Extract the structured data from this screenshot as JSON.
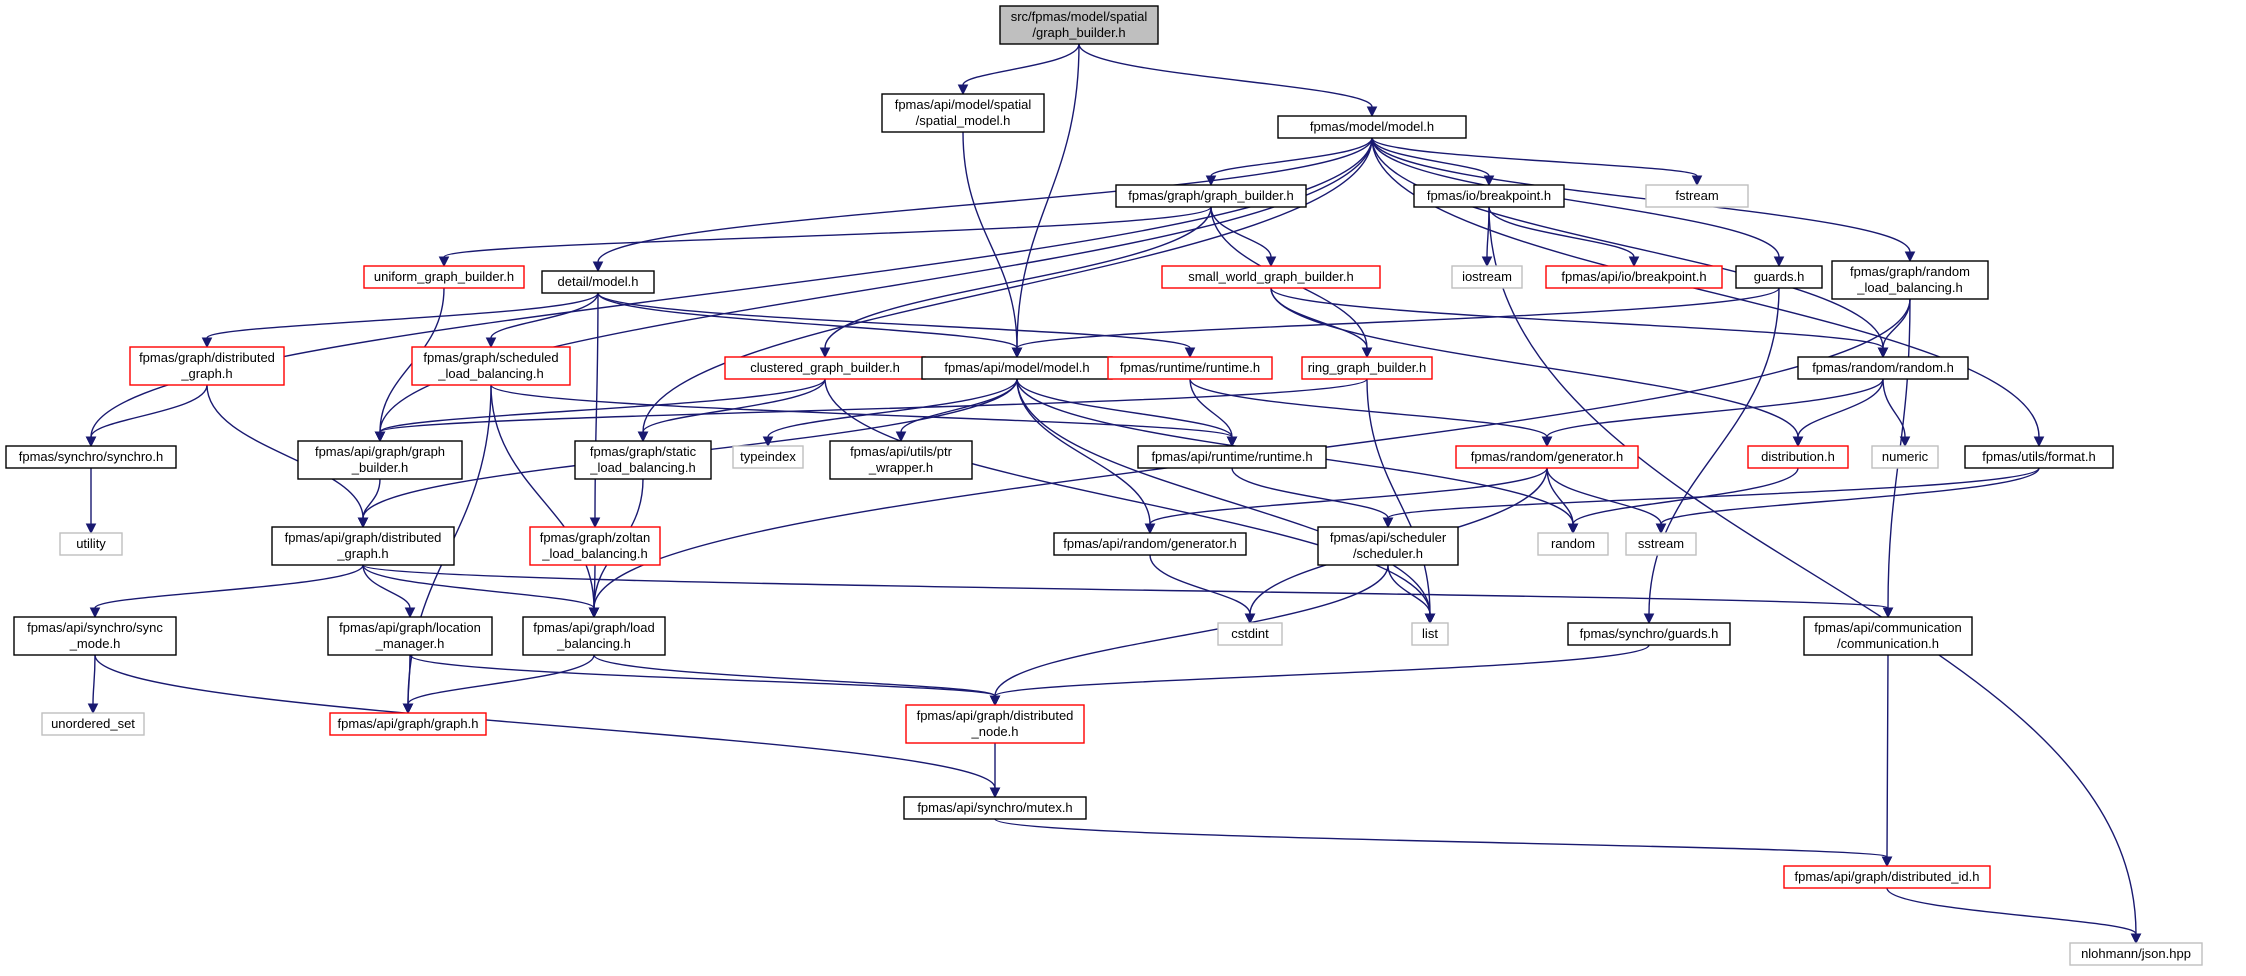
{
  "colors": {
    "edge": "#191970",
    "root_fill": "#bfbfbf",
    "documented_border": "#000000",
    "undocumented_border": "#ff0000",
    "external_border": "#bfbfbf"
  },
  "nodes": [
    {
      "id": "root",
      "kind": "root",
      "lines": [
        "src/fpmas/model/spatial",
        "/graph_builder.h"
      ]
    },
    {
      "id": "spatial_model",
      "kind": "normal",
      "lines": [
        "fpmas/api/model/spatial",
        "/spatial_model.h"
      ]
    },
    {
      "id": "model",
      "kind": "normal",
      "lines": [
        "fpmas/model/model.h"
      ]
    },
    {
      "id": "graph_builder",
      "kind": "normal",
      "lines": [
        "fpmas/graph/graph_builder.h"
      ]
    },
    {
      "id": "io_breakpoint",
      "kind": "normal",
      "lines": [
        "fpmas/io/breakpoint.h"
      ]
    },
    {
      "id": "fstream",
      "kind": "external",
      "lines": [
        "fstream"
      ]
    },
    {
      "id": "uniform",
      "kind": "undoc",
      "lines": [
        "uniform_graph_builder.h"
      ]
    },
    {
      "id": "detail_model",
      "kind": "normal",
      "lines": [
        "detail/model.h"
      ]
    },
    {
      "id": "small_world",
      "kind": "undoc",
      "lines": [
        "small_world_graph_builder.h"
      ]
    },
    {
      "id": "iostream",
      "kind": "external",
      "lines": [
        "iostream"
      ]
    },
    {
      "id": "api_io_breakpoint",
      "kind": "undoc",
      "lines": [
        "fpmas/api/io/breakpoint.h"
      ]
    },
    {
      "id": "guards",
      "kind": "normal",
      "lines": [
        "guards.h"
      ]
    },
    {
      "id": "random_lb",
      "kind": "normal",
      "lines": [
        "fpmas/graph/random",
        "_load_balancing.h"
      ]
    },
    {
      "id": "distributed_graph",
      "kind": "undoc",
      "lines": [
        "fpmas/graph/distributed",
        "_graph.h"
      ]
    },
    {
      "id": "scheduled_lb",
      "kind": "undoc",
      "lines": [
        "fpmas/graph/scheduled",
        "_load_balancing.h"
      ]
    },
    {
      "id": "clustered",
      "kind": "undoc",
      "lines": [
        "clustered_graph_builder.h"
      ]
    },
    {
      "id": "api_model",
      "kind": "normal",
      "lines": [
        "fpmas/api/model/model.h"
      ]
    },
    {
      "id": "runtime",
      "kind": "undoc",
      "lines": [
        "fpmas/runtime/runtime.h"
      ]
    },
    {
      "id": "ring",
      "kind": "undoc",
      "lines": [
        "ring_graph_builder.h"
      ]
    },
    {
      "id": "random_random",
      "kind": "normal",
      "lines": [
        "fpmas/random/random.h"
      ]
    },
    {
      "id": "synchro",
      "kind": "normal",
      "lines": [
        "fpmas/synchro/synchro.h"
      ]
    },
    {
      "id": "api_graph_builder",
      "kind": "normal",
      "lines": [
        "fpmas/api/graph/graph",
        "_builder.h"
      ]
    },
    {
      "id": "static_lb",
      "kind": "normal",
      "lines": [
        "fpmas/graph/static",
        "_load_balancing.h"
      ]
    },
    {
      "id": "typeindex",
      "kind": "external",
      "lines": [
        "typeindex"
      ]
    },
    {
      "id": "ptr_wrapper",
      "kind": "normal",
      "lines": [
        "fpmas/api/utils/ptr",
        "_wrapper.h"
      ]
    },
    {
      "id": "api_runtime",
      "kind": "normal",
      "lines": [
        "fpmas/api/runtime/runtime.h"
      ]
    },
    {
      "id": "generator",
      "kind": "undoc",
      "lines": [
        "fpmas/random/generator.h"
      ]
    },
    {
      "id": "distribution",
      "kind": "undoc",
      "lines": [
        "distribution.h"
      ]
    },
    {
      "id": "numeric",
      "kind": "external",
      "lines": [
        "numeric"
      ]
    },
    {
      "id": "format",
      "kind": "normal",
      "lines": [
        "fpmas/utils/format.h"
      ]
    },
    {
      "id": "utility",
      "kind": "external",
      "lines": [
        "utility"
      ]
    },
    {
      "id": "api_distributed_graph",
      "kind": "normal",
      "lines": [
        "fpmas/api/graph/distributed",
        "_graph.h"
      ]
    },
    {
      "id": "zoltan",
      "kind": "undoc",
      "lines": [
        "fpmas/graph/zoltan",
        "_load_balancing.h"
      ]
    },
    {
      "id": "api_generator",
      "kind": "normal",
      "lines": [
        "fpmas/api/random/generator.h"
      ]
    },
    {
      "id": "scheduler",
      "kind": "normal",
      "lines": [
        "fpmas/api/scheduler",
        "/scheduler.h"
      ]
    },
    {
      "id": "random",
      "kind": "external",
      "lines": [
        "random"
      ]
    },
    {
      "id": "sstream",
      "kind": "external",
      "lines": [
        "sstream"
      ]
    },
    {
      "id": "sync_mode",
      "kind": "normal",
      "lines": [
        "fpmas/api/synchro/sync",
        "_mode.h"
      ]
    },
    {
      "id": "location_manager",
      "kind": "normal",
      "lines": [
        "fpmas/api/graph/location",
        "_manager.h"
      ]
    },
    {
      "id": "api_load_balancing",
      "kind": "normal",
      "lines": [
        "fpmas/api/graph/load",
        "_balancing.h"
      ]
    },
    {
      "id": "cstdint",
      "kind": "external",
      "lines": [
        "cstdint"
      ]
    },
    {
      "id": "list",
      "kind": "external",
      "lines": [
        "list"
      ]
    },
    {
      "id": "synchro_guards",
      "kind": "normal",
      "lines": [
        "fpmas/synchro/guards.h"
      ]
    },
    {
      "id": "communication",
      "kind": "normal",
      "lines": [
        "fpmas/api/communication",
        "/communication.h"
      ]
    },
    {
      "id": "unordered_set",
      "kind": "external",
      "lines": [
        "unordered_set"
      ]
    },
    {
      "id": "api_graph",
      "kind": "undoc",
      "lines": [
        "fpmas/api/graph/graph.h"
      ]
    },
    {
      "id": "distributed_node",
      "kind": "undoc",
      "lines": [
        "fpmas/api/graph/distributed",
        "_node.h"
      ]
    },
    {
      "id": "mutex",
      "kind": "normal",
      "lines": [
        "fpmas/api/synchro/mutex.h"
      ]
    },
    {
      "id": "distributed_id",
      "kind": "undoc",
      "lines": [
        "fpmas/api/graph/distributed_id.h"
      ]
    },
    {
      "id": "json",
      "kind": "external",
      "lines": [
        "nlohmann/json.hpp"
      ]
    }
  ],
  "edges": [
    [
      "root",
      "spatial_model"
    ],
    [
      "root",
      "model"
    ],
    [
      "root",
      "api_model"
    ],
    [
      "spatial_model",
      "api_model"
    ],
    [
      "model",
      "graph_builder"
    ],
    [
      "model",
      "io_breakpoint"
    ],
    [
      "model",
      "fstream"
    ],
    [
      "model",
      "detail_model"
    ],
    [
      "model",
      "guards"
    ],
    [
      "model",
      "random_lb"
    ],
    [
      "model",
      "random_random"
    ],
    [
      "model",
      "format"
    ],
    [
      "model",
      "synchro"
    ],
    [
      "model",
      "api_graph_builder"
    ],
    [
      "model",
      "static_lb"
    ],
    [
      "graph_builder",
      "uniform"
    ],
    [
      "graph_builder",
      "small_world"
    ],
    [
      "graph_builder",
      "clustered"
    ],
    [
      "graph_builder",
      "ring"
    ],
    [
      "io_breakpoint",
      "iostream"
    ],
    [
      "io_breakpoint",
      "api_io_breakpoint"
    ],
    [
      "io_breakpoint",
      "json"
    ],
    [
      "uniform",
      "api_graph_builder"
    ],
    [
      "detail_model",
      "distributed_graph"
    ],
    [
      "detail_model",
      "scheduled_lb"
    ],
    [
      "detail_model",
      "api_model"
    ],
    [
      "detail_model",
      "runtime"
    ],
    [
      "detail_model",
      "zoltan"
    ],
    [
      "small_world",
      "ring"
    ],
    [
      "small_world",
      "random_random"
    ],
    [
      "small_world",
      "distribution"
    ],
    [
      "guards",
      "api_model"
    ],
    [
      "guards",
      "synchro_guards"
    ],
    [
      "random_lb",
      "random_random"
    ],
    [
      "random_lb",
      "api_load_balancing"
    ],
    [
      "random_lb",
      "communication"
    ],
    [
      "distributed_graph",
      "synchro"
    ],
    [
      "distributed_graph",
      "api_distributed_graph"
    ],
    [
      "scheduled_lb",
      "api_graph"
    ],
    [
      "scheduled_lb",
      "api_load_balancing"
    ],
    [
      "scheduled_lb",
      "api_runtime"
    ],
    [
      "clustered",
      "api_graph_builder"
    ],
    [
      "clustered",
      "static_lb"
    ],
    [
      "clustered",
      "list"
    ],
    [
      "api_model",
      "typeindex"
    ],
    [
      "api_model",
      "ptr_wrapper"
    ],
    [
      "api_model",
      "api_runtime"
    ],
    [
      "api_model",
      "api_generator"
    ],
    [
      "api_model",
      "random"
    ],
    [
      "api_model",
      "list"
    ],
    [
      "api_model",
      "api_distributed_graph"
    ],
    [
      "runtime",
      "api_runtime"
    ],
    [
      "runtime",
      "generator"
    ],
    [
      "ring",
      "api_graph_builder"
    ],
    [
      "ring",
      "list"
    ],
    [
      "random_random",
      "generator"
    ],
    [
      "random_random",
      "distribution"
    ],
    [
      "random_random",
      "numeric"
    ],
    [
      "synchro",
      "utility"
    ],
    [
      "api_graph_builder",
      "api_distributed_graph"
    ],
    [
      "static_lb",
      "api_load_balancing"
    ],
    [
      "api_runtime",
      "scheduler"
    ],
    [
      "generator",
      "api_generator"
    ],
    [
      "generator",
      "random"
    ],
    [
      "generator",
      "sstream"
    ],
    [
      "generator",
      "cstdint"
    ],
    [
      "distribution",
      "random"
    ],
    [
      "format",
      "sstream"
    ],
    [
      "format",
      "scheduler"
    ],
    [
      "api_distributed_graph",
      "sync_mode"
    ],
    [
      "api_distributed_graph",
      "location_manager"
    ],
    [
      "api_distributed_graph",
      "api_load_balancing"
    ],
    [
      "api_distributed_graph",
      "communication"
    ],
    [
      "zoltan",
      "api_load_balancing"
    ],
    [
      "api_generator",
      "cstdint"
    ],
    [
      "scheduler",
      "list"
    ],
    [
      "scheduler",
      "distributed_node"
    ],
    [
      "sync_mode",
      "unordered_set"
    ],
    [
      "sync_mode",
      "mutex"
    ],
    [
      "location_manager",
      "api_graph"
    ],
    [
      "location_manager",
      "distributed_node"
    ],
    [
      "api_load_balancing",
      "api_graph"
    ],
    [
      "api_load_balancing",
      "distributed_node"
    ],
    [
      "synchro_guards",
      "distributed_node"
    ],
    [
      "communication",
      "distributed_id"
    ],
    [
      "distributed_node",
      "mutex"
    ],
    [
      "mutex",
      "distributed_id"
    ],
    [
      "distributed_id",
      "json"
    ]
  ]
}
